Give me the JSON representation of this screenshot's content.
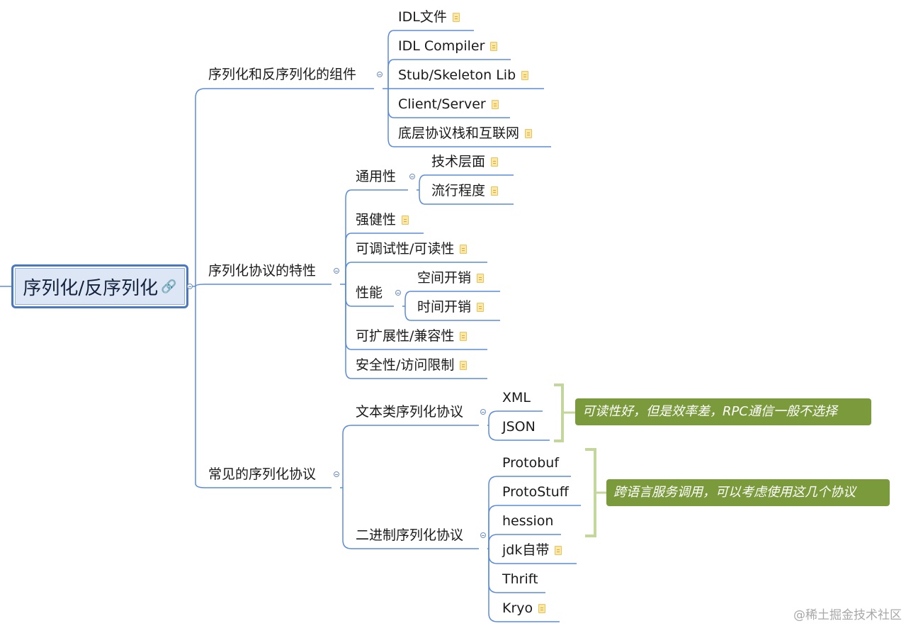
{
  "root": {
    "label": "序列化/反序列化",
    "icon": "link-icon"
  },
  "branches": {
    "components": {
      "label": "序列化和反序列化的组件",
      "children": [
        "IDL文件",
        "IDL Compiler",
        "Stub/Skeleton Lib",
        "Client/Server",
        "底层协议栈和互联网"
      ]
    },
    "features": {
      "label": "序列化协议的特性",
      "generality": {
        "label": "通用性",
        "children": [
          "技术层面",
          "流行程度"
        ]
      },
      "robustness": "强健性",
      "debuggability": "可调试性/可读性",
      "performance": {
        "label": "性能",
        "children": [
          "空间开销",
          "时间开销"
        ]
      },
      "extensibility": "可扩展性/兼容性",
      "security": "安全性/访问限制"
    },
    "common": {
      "label": "常见的序列化协议",
      "text_based": {
        "label": "文本类序列化协议",
        "children": [
          "XML",
          "JSON"
        ]
      },
      "binary": {
        "label": "二进制序列化协议",
        "children": [
          "Protobuf",
          "ProtoStuff",
          "hession",
          "jdk自带",
          "Thrift",
          "Kryo"
        ]
      }
    }
  },
  "callouts": {
    "text_based": "可读性好，但是效率差，RPC通信一般不选择",
    "binary": "跨语言服务调用，可以考虑使用这几个协议"
  },
  "colors": {
    "line": "#5b8bd8",
    "bracket": "#c3d69b",
    "callout_bg": "#7a9a3c",
    "root_border": "#4a78c0"
  },
  "watermark": "@稀土掘金技术社区"
}
